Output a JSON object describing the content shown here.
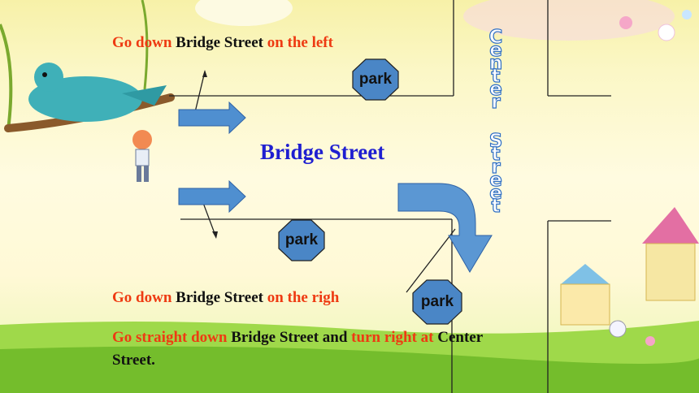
{
  "line1": {
    "part1": "Go down",
    "part2": "Bridge Street",
    "part3": "on the left"
  },
  "street_name": "Bridge Street",
  "vertical_street": [
    "C",
    "e",
    "n",
    "t",
    "e",
    "r",
    "",
    "S",
    "t",
    "r",
    "e",
    "e",
    "t"
  ],
  "parks": [
    "park",
    "park",
    "park"
  ],
  "line2": {
    "part1": "Go down",
    "part2": "Bridge Street",
    "part3": "on the righ"
  },
  "line3": {
    "part1": "Go straight down",
    "part2": "Bridge Street and",
    "part3": "turn right at",
    "part4": "Center",
    "part5": "Street."
  },
  "colors": {
    "instruction_red": "#ee3a12",
    "street_blue": "#1f1fd0",
    "arrow_blue": "#4f8fd0",
    "park_blue": "#4a86c6"
  }
}
